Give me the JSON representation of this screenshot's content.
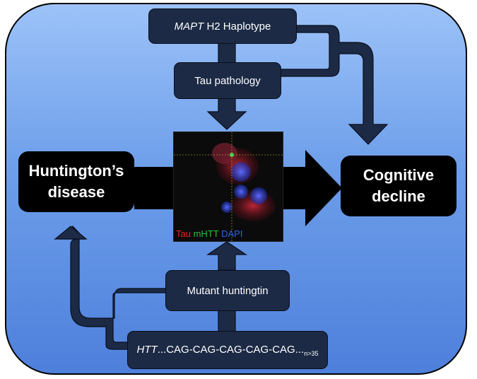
{
  "nodes": {
    "mapt": {
      "italic": "MAPT",
      "rest": " H2 Haplotype"
    },
    "tau_pathology": "Tau pathology",
    "huntingtons": {
      "line1": "Huntington’s",
      "line2": "disease"
    },
    "cognitive": {
      "line1": "Cognitive",
      "line2": "decline"
    },
    "mutant": "Mutant huntingtin",
    "htt": {
      "italic": "HTT",
      "rest": "...CAG-CAG-CAG-CAG-CAG...",
      "sub": "n>35"
    }
  },
  "image_caption": {
    "tau": "Tau",
    "mhtt": "mHTT",
    "dapi": "DAPI"
  },
  "colors": {
    "panel_top": "#9cc2f8",
    "panel_bottom": "#4e80dc",
    "box": "#1c2a45",
    "arrow": "#1c2a45",
    "tau": "#e8252b",
    "mhtt": "#27c33a",
    "dapi": "#2f63e8"
  }
}
